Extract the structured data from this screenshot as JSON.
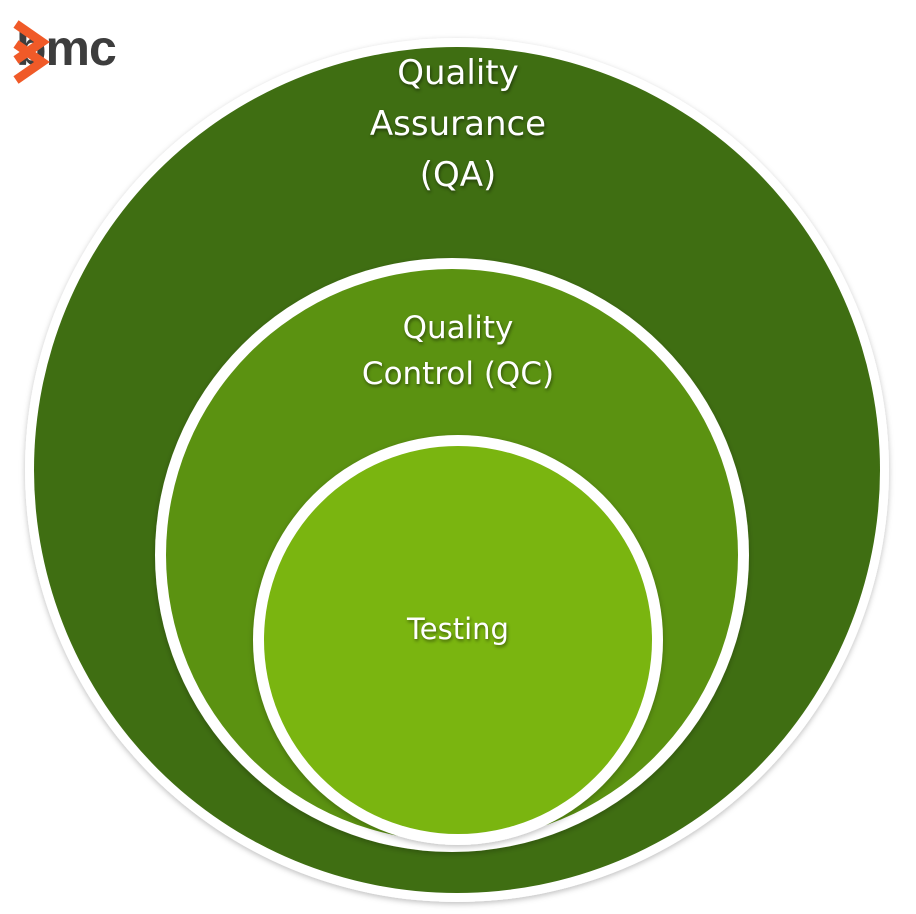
{
  "brand": {
    "logo_text": "bmc",
    "logo_icon": "bmc-chevron-logo",
    "accent_color": "#f05a28",
    "text_color": "#3d3d3d"
  },
  "diagram": {
    "type": "nested-circles",
    "rings": [
      {
        "label": "Quality\nAssurance\n(QA)",
        "fill": "#3f6e12"
      },
      {
        "label": "Quality\nControl (QC)",
        "fill": "#5b9211"
      },
      {
        "label": "Testing",
        "fill": "#7ab510"
      }
    ],
    "border_color": "#ffffff"
  }
}
